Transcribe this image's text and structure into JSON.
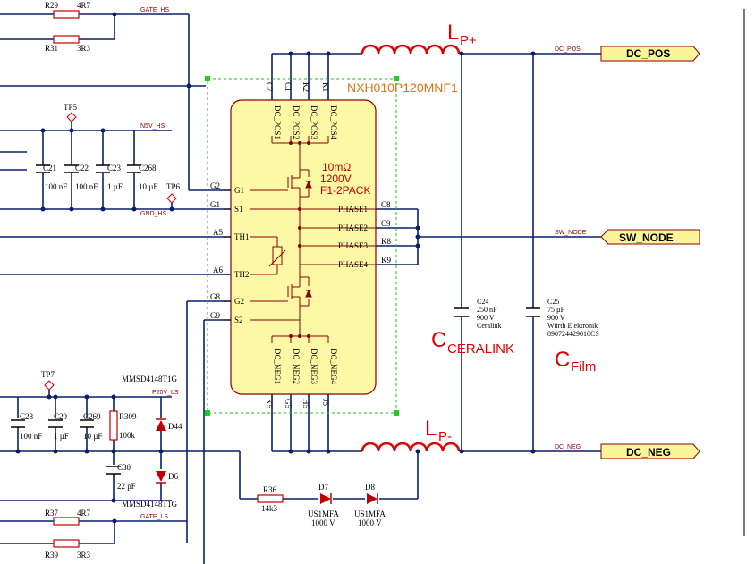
{
  "module": {
    "part_number": "NXH010P120MNF1",
    "specs": [
      "10mΩ",
      "1200V",
      "F1-2PACK"
    ],
    "left_pins": [
      {
        "num": "G2",
        "name": "G1"
      },
      {
        "num": "G1",
        "name": "S1"
      },
      {
        "num": "A5",
        "name": "TH1"
      },
      {
        "num": "A6",
        "name": "TH2"
      },
      {
        "num": "G8",
        "name": "G2"
      },
      {
        "num": "G9",
        "name": "S2"
      }
    ],
    "top_pins": [
      {
        "num": "C7",
        "name": "DC_POS1"
      },
      {
        "num": "C1",
        "name": "DC_POS2"
      },
      {
        "num": "K2",
        "name": "DC_POS3"
      },
      {
        "num": "K1",
        "name": "DC_POS4"
      }
    ],
    "right_pins": [
      {
        "num": "C8",
        "name": "PHASE1"
      },
      {
        "num": "C9",
        "name": "PHASE2"
      },
      {
        "num": "K8",
        "name": "PHASE3"
      },
      {
        "num": "K9",
        "name": "PHASE4"
      }
    ],
    "bottom_pins": [
      {
        "num": "K5",
        "name": "DC_NEG1"
      },
      {
        "num": "G5",
        "name": "DC_NEG2"
      },
      {
        "num": "H5",
        "name": "DC_NEG3"
      },
      {
        "num": "J5",
        "name": "DC_NEG4"
      }
    ]
  },
  "annotations": {
    "lp_plus": {
      "main": "L",
      "sub": "P+"
    },
    "lp_minus": {
      "main": "L",
      "sub": "P-"
    },
    "c_ceralink": {
      "main": "C",
      "sub": "CERALINK"
    },
    "c_film": {
      "main": "C",
      "sub": "Film"
    }
  },
  "ports": {
    "dc_pos": "DC_POS",
    "sw_node": "SW_NODE",
    "dc_neg": "DC_NEG"
  },
  "net_labels": {
    "gate_hs": "GATE_HS",
    "n5v_hs": "N5V_HS",
    "gnd_hs": "GND_HS",
    "p20v_ls": "P20V_LS",
    "gate_ls": "GATE_LS",
    "dc_pos": "DC_POS",
    "sw_node": "SW_NODE",
    "dc_neg": "DC_NEG"
  },
  "components": {
    "r29": {
      "ref": "R29",
      "val": "4R7"
    },
    "r31": {
      "ref": "R31",
      "val": "3R3"
    },
    "tp5": "TP5",
    "tp6": "TP6",
    "tp7": "TP7",
    "c21": {
      "ref": "C21",
      "val": "100 nF"
    },
    "c22": {
      "ref": "C22",
      "val": "100 nF"
    },
    "c23": {
      "ref": "C23",
      "val": "1 µF"
    },
    "c268": {
      "ref": "C268",
      "val": "10 µF"
    },
    "c28": {
      "ref": "C28",
      "val": "100 nF"
    },
    "c29": {
      "ref": "C29",
      "val": "1 µF"
    },
    "c269": {
      "ref": "C269",
      "val": "10 µF"
    },
    "r309": {
      "ref": "R309",
      "val": "100k"
    },
    "d44": {
      "ref": "D44",
      "part": "MMSD4148T1G"
    },
    "c30": {
      "ref": "C30",
      "val": "22 pF"
    },
    "d6": {
      "ref": "D6",
      "part": "MMSD4148T1G"
    },
    "r37": {
      "ref": "R37",
      "val": "4R7"
    },
    "r39": {
      "ref": "R39",
      "val": "3R3"
    },
    "r36": {
      "ref": "R36",
      "val": "14k3"
    },
    "d7": {
      "ref": "D7",
      "part": "US1MFA",
      "rating": "1000 V"
    },
    "d8": {
      "ref": "D8",
      "part": "US1MFA",
      "rating": "1000 V"
    },
    "c24": {
      "ref": "C24",
      "lines": [
        "250 nF",
        "900 V",
        "Ceralink"
      ]
    },
    "c25": {
      "ref": "C25",
      "lines": [
        "75 µF",
        "900 V",
        "Würth Elektronik",
        "890724429010CS"
      ]
    }
  }
}
